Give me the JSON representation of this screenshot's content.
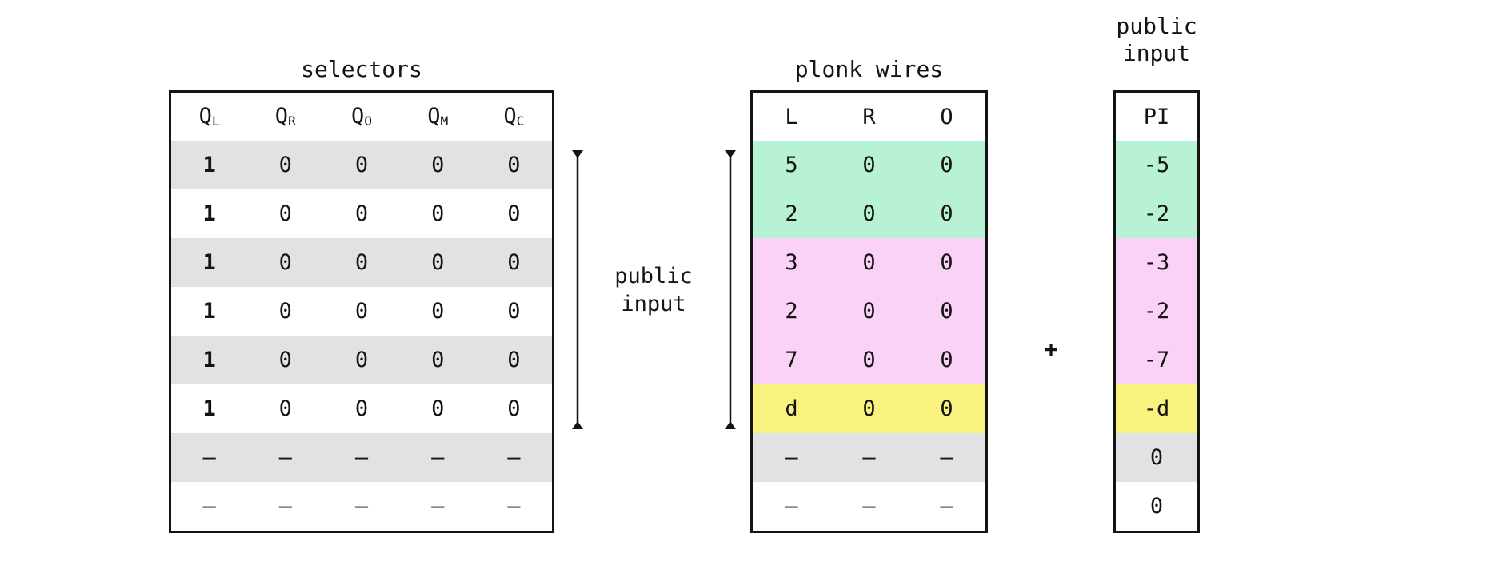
{
  "selectors_table": {
    "title": "selectors",
    "headers": [
      {
        "base": "Q",
        "sub": "L"
      },
      {
        "base": "Q",
        "sub": "R"
      },
      {
        "base": "Q",
        "sub": "O"
      },
      {
        "base": "Q",
        "sub": "M"
      },
      {
        "base": "Q",
        "sub": "C"
      }
    ],
    "rows": [
      [
        "1",
        "0",
        "0",
        "0",
        "0"
      ],
      [
        "1",
        "0",
        "0",
        "0",
        "0"
      ],
      [
        "1",
        "0",
        "0",
        "0",
        "0"
      ],
      [
        "1",
        "0",
        "0",
        "0",
        "0"
      ],
      [
        "1",
        "0",
        "0",
        "0",
        "0"
      ],
      [
        "1",
        "0",
        "0",
        "0",
        "0"
      ],
      [
        "–",
        "–",
        "–",
        "–",
        "–"
      ],
      [
        "–",
        "–",
        "–",
        "–",
        "–"
      ]
    ]
  },
  "plonk_table": {
    "title": "plonk wires",
    "headers": [
      "L",
      "R",
      "O"
    ],
    "rows": [
      [
        "5",
        "0",
        "0"
      ],
      [
        "2",
        "0",
        "0"
      ],
      [
        "3",
        "0",
        "0"
      ],
      [
        "2",
        "0",
        "0"
      ],
      [
        "7",
        "0",
        "0"
      ],
      [
        "d",
        "0",
        "0"
      ],
      [
        "–",
        "–",
        "–"
      ],
      [
        "–",
        "–",
        "–"
      ]
    ]
  },
  "pi_table": {
    "title_line1": "public",
    "title_line2": "input",
    "header": "PI",
    "rows": [
      [
        "-5"
      ],
      [
        "-2"
      ],
      [
        "-3"
      ],
      [
        "-2"
      ],
      [
        "-7"
      ],
      [
        "-d"
      ],
      [
        "0"
      ],
      [
        "0"
      ]
    ]
  },
  "annotations": {
    "bracket_label_line1": "public",
    "bracket_label_line2": "input",
    "plus": "+"
  },
  "colors": {
    "ink": "#141414",
    "row_gray": "#e1e2e4",
    "green": "#b6f2d3",
    "pink": "#fad2f7",
    "yellow": "#f9f27e"
  }
}
